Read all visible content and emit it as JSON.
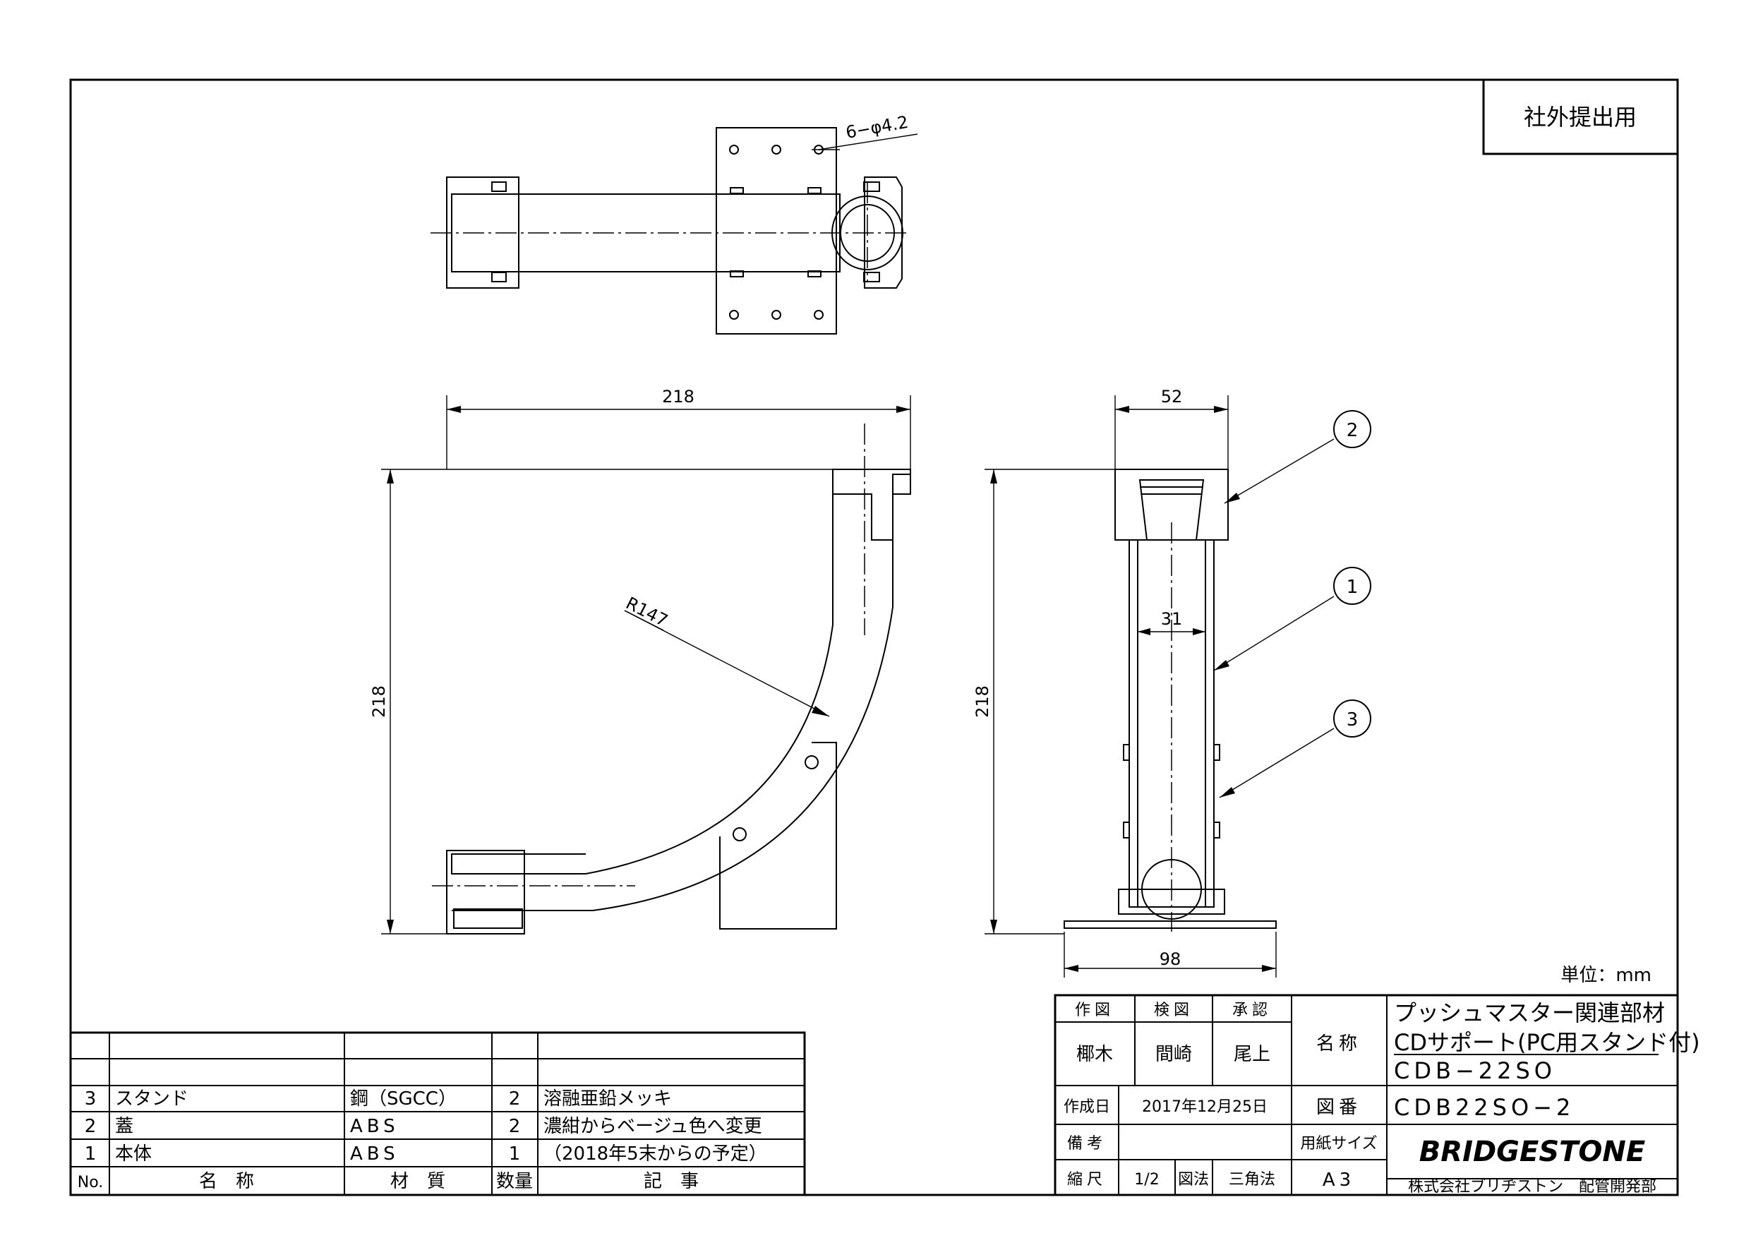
{
  "stamp": "社外提出用",
  "unit_label": "単位：mm",
  "dimensions": {
    "holes": "6−φ4.2",
    "width": "218",
    "height": "218",
    "radius": "R147",
    "side_width": "52",
    "inner_width": "31",
    "side_height": "218",
    "base_width": "98"
  },
  "balloons": [
    "2",
    "1",
    "3"
  ],
  "parts_table": {
    "headers": {
      "no": "No.",
      "name": "名　称",
      "material": "材　質",
      "qty": "数量",
      "note": "記　事"
    },
    "rows": [
      {
        "no": "3",
        "name": "スタンド",
        "material": "鋼（SGCC）",
        "qty": "2",
        "note": "溶融亜鉛メッキ"
      },
      {
        "no": "2",
        "name": "蓋",
        "material": "ABS",
        "qty": "2",
        "note": "濃紺からベージュ色へ変更"
      },
      {
        "no": "1",
        "name": "本体",
        "material": "ABS",
        "qty": "1",
        "note": "（2018年5末からの予定）"
      }
    ]
  },
  "title_block": {
    "labels": {
      "drawn": "作図",
      "checked": "検図",
      "approved": "承認",
      "name": "名称",
      "created": "作成日",
      "drawing_no": "図番",
      "remarks": "備考",
      "paper_size": "用紙サイズ",
      "scale": "縮尺",
      "projection": "図法"
    },
    "drawn_by": "椰木",
    "checked_by": "間崎",
    "approved_by": "尾上",
    "title_line1": "プッシュマスター関連部材",
    "title_line2": "CDサポート(PC用スタンド付)",
    "title_line3": "CDB−22SO",
    "created_date": "2017年12月25日",
    "drawing_number": "CDB22SO−2",
    "paper_size": "A3",
    "scale": "1/2",
    "projection": "三角法",
    "logo": "BRIDGESTONE",
    "company": "株式会社ブリヂストン　配管開発部"
  }
}
